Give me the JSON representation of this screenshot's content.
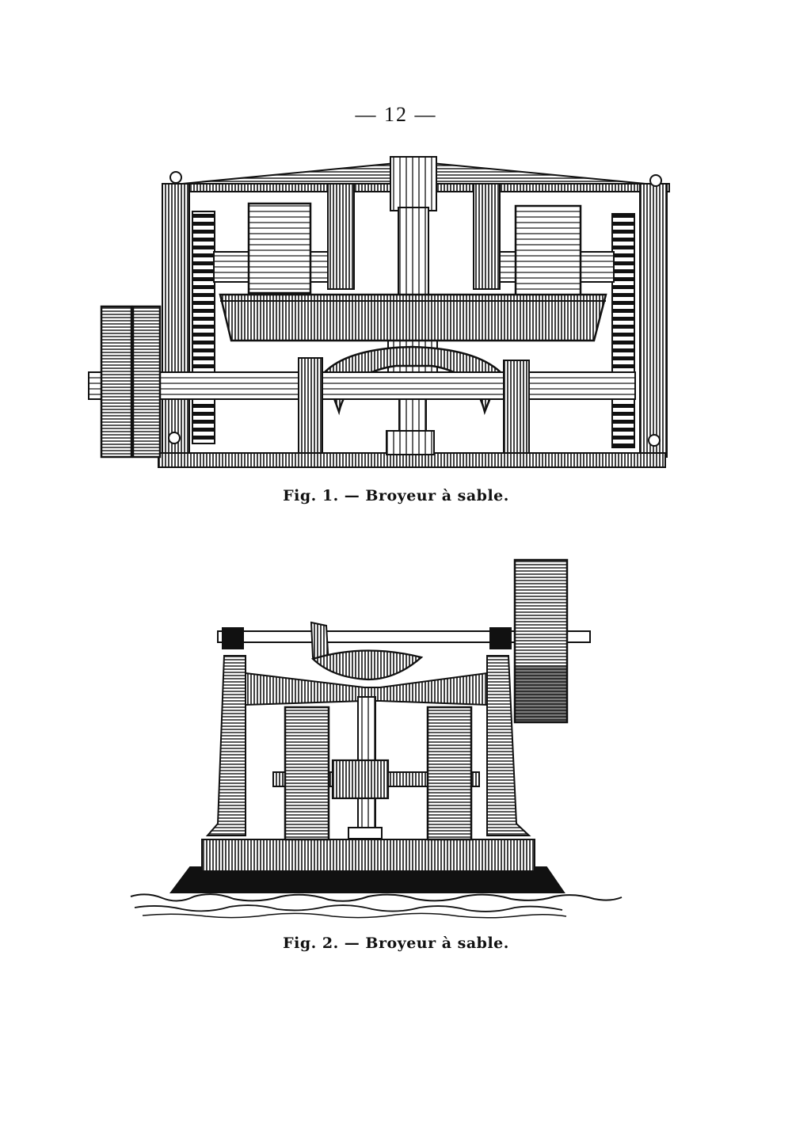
{
  "page": {
    "number": "— 12 —"
  },
  "figures": [
    {
      "caption": "Fig. 1. — Broyeur à sable.",
      "drawing_icon": "sand-grinder-plan-view-engraving"
    },
    {
      "caption": "Fig. 2. — Broyeur à sable.",
      "drawing_icon": "sand-grinder-side-view-engraving"
    }
  ],
  "colors": {
    "ink": "#111111",
    "paper": "#ffffff"
  }
}
